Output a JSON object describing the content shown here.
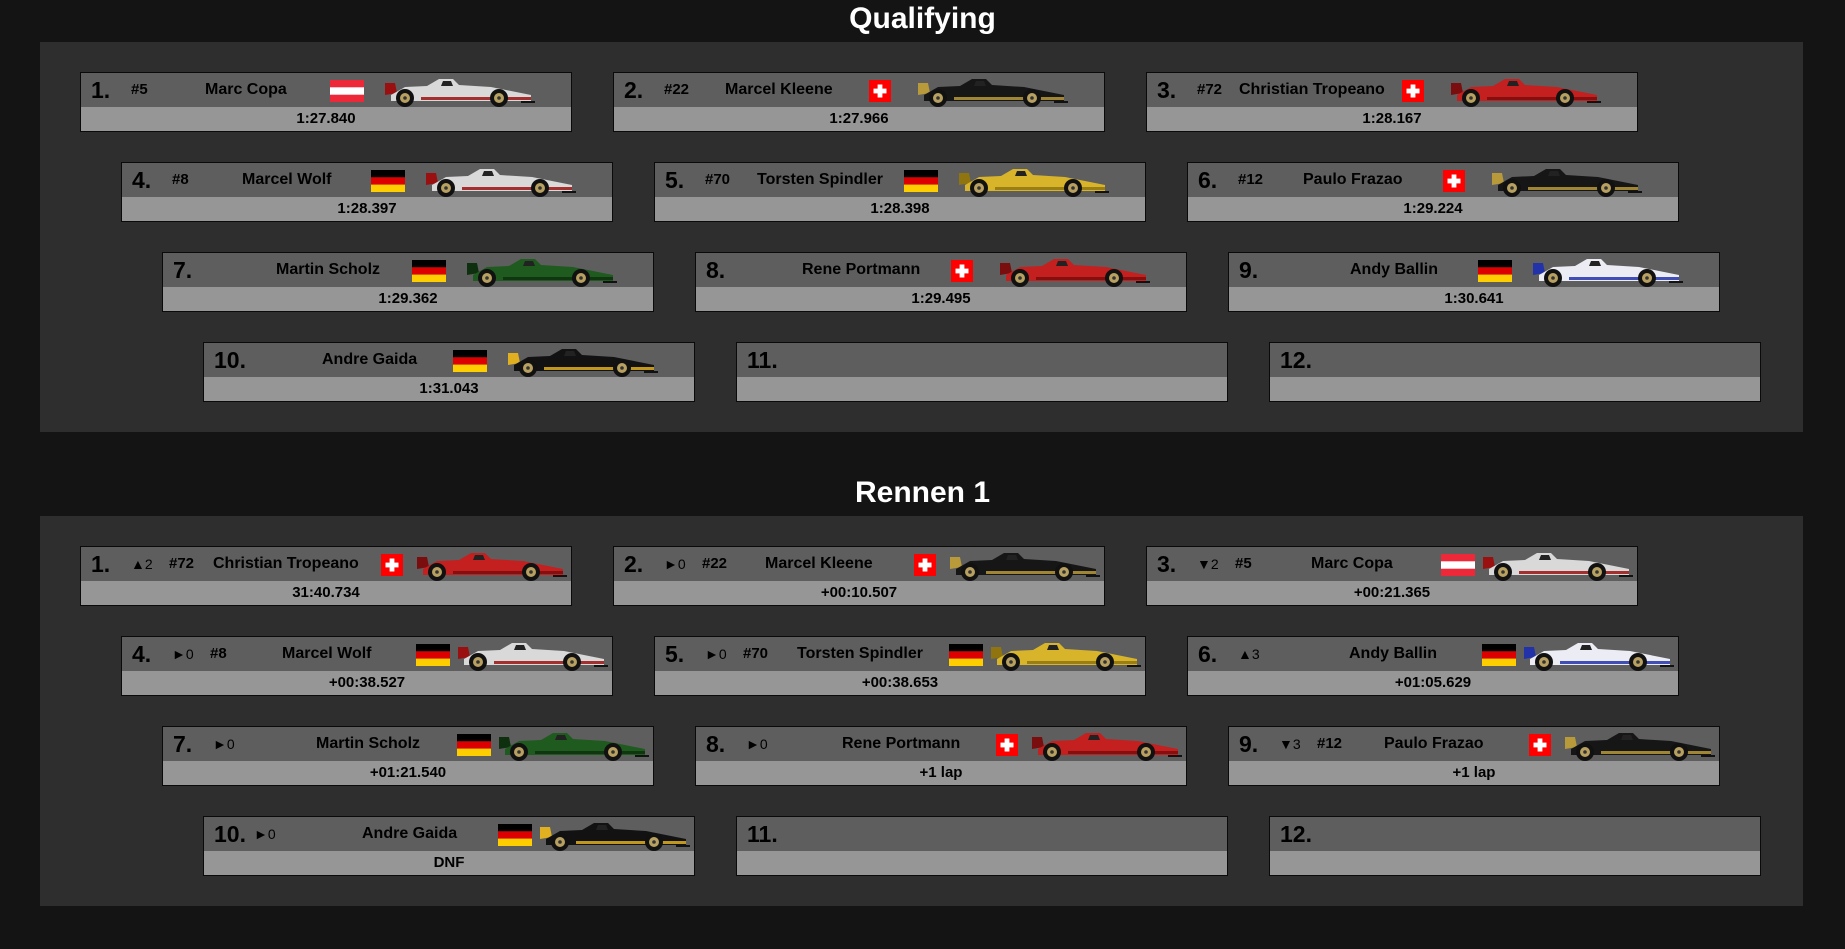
{
  "sections": [
    {
      "title": "Qualifying",
      "results": [
        {
          "pos": "1.",
          "change": "",
          "number": "#5",
          "driver": "Marc Copa",
          "flag": "at",
          "value": "1:27.840",
          "car": "silver"
        },
        {
          "pos": "2.",
          "change": "",
          "number": "#22",
          "driver": "Marcel Kleene",
          "flag": "ch",
          "value": "1:27.966",
          "car": "black-gold"
        },
        {
          "pos": "3.",
          "change": "",
          "number": "#72",
          "driver": "Christian Tropeano",
          "flag": "ch",
          "value": "1:28.167",
          "car": "red"
        },
        {
          "pos": "4.",
          "change": "",
          "number": "#8",
          "driver": "Marcel Wolf",
          "flag": "de",
          "value": "1:28.397",
          "car": "silver"
        },
        {
          "pos": "5.",
          "change": "",
          "number": "#70",
          "driver": "Torsten Spindler",
          "flag": "de",
          "value": "1:28.398",
          "car": "yellow"
        },
        {
          "pos": "6.",
          "change": "",
          "number": "#12",
          "driver": "Paulo Frazao",
          "flag": "ch",
          "value": "1:29.224",
          "car": "black-gold"
        },
        {
          "pos": "7.",
          "change": "",
          "number": "",
          "driver": "Martin Scholz",
          "flag": "de",
          "value": "1:29.362",
          "car": "green"
        },
        {
          "pos": "8.",
          "change": "",
          "number": "",
          "driver": "Rene Portmann",
          "flag": "ch",
          "value": "1:29.495",
          "car": "red"
        },
        {
          "pos": "9.",
          "change": "",
          "number": "",
          "driver": "Andy Ballin",
          "flag": "de",
          "value": "1:30.641",
          "car": "blue"
        },
        {
          "pos": "10.",
          "change": "",
          "number": "",
          "driver": "Andre Gaida",
          "flag": "de",
          "value": "1:31.043",
          "car": "black-yellow"
        },
        {
          "pos": "11.",
          "change": "",
          "number": "",
          "driver": "",
          "flag": "",
          "value": "",
          "car": ""
        },
        {
          "pos": "12.",
          "change": "",
          "number": "",
          "driver": "",
          "flag": "",
          "value": "",
          "car": ""
        }
      ]
    },
    {
      "title": "Rennen 1",
      "results": [
        {
          "pos": "1.",
          "change": "▲2",
          "number": "#72",
          "driver": "Christian Tropeano",
          "flag": "ch",
          "value": "31:40.734",
          "car": "red"
        },
        {
          "pos": "2.",
          "change": "►0",
          "number": "#22",
          "driver": "Marcel Kleene",
          "flag": "ch",
          "value": "+00:10.507",
          "car": "black-gold"
        },
        {
          "pos": "3.",
          "change": "▼2",
          "number": "#5",
          "driver": "Marc Copa",
          "flag": "at",
          "value": "+00:21.365",
          "car": "silver"
        },
        {
          "pos": "4.",
          "change": "►0",
          "number": "#8",
          "driver": "Marcel Wolf",
          "flag": "de",
          "value": "+00:38.527",
          "car": "silver"
        },
        {
          "pos": "5.",
          "change": "►0",
          "number": "#70",
          "driver": "Torsten Spindler",
          "flag": "de",
          "value": "+00:38.653",
          "car": "yellow"
        },
        {
          "pos": "6.",
          "change": "▲3",
          "number": "",
          "driver": "Andy Ballin",
          "flag": "de",
          "value": "+01:05.629",
          "car": "blue"
        },
        {
          "pos": "7.",
          "change": "►0",
          "number": "",
          "driver": "Martin Scholz",
          "flag": "de",
          "value": "+01:21.540",
          "car": "green"
        },
        {
          "pos": "8.",
          "change": "►0",
          "number": "",
          "driver": "Rene Portmann",
          "flag": "ch",
          "value": "+1 lap",
          "car": "red"
        },
        {
          "pos": "9.",
          "change": "▼3",
          "number": "#12",
          "driver": "Paulo Frazao",
          "flag": "ch",
          "value": "+1 lap",
          "car": "black-gold"
        },
        {
          "pos": "10.",
          "change": "►0",
          "number": "",
          "driver": "Andre Gaida",
          "flag": "de",
          "value": "DNF",
          "car": "black-yellow"
        },
        {
          "pos": "11.",
          "change": "",
          "number": "",
          "driver": "",
          "flag": "",
          "value": "",
          "car": ""
        },
        {
          "pos": "12.",
          "change": "",
          "number": "",
          "driver": "",
          "flag": "",
          "value": "",
          "car": ""
        }
      ]
    }
  ],
  "car_colors": {
    "silver": {
      "body": "#d9d9d9",
      "accent": "#9a1010"
    },
    "black-gold": {
      "body": "#161616",
      "accent": "#b89a3a"
    },
    "red": {
      "body": "#c42020",
      "accent": "#7a0d0d"
    },
    "yellow": {
      "body": "#d8b42a",
      "accent": "#8f7410"
    },
    "green": {
      "body": "#1f5a1f",
      "accent": "#0e300e"
    },
    "blue": {
      "body": "#ececf4",
      "accent": "#2233aa"
    },
    "black-yellow": {
      "body": "#121212",
      "accent": "#e0b020"
    }
  }
}
